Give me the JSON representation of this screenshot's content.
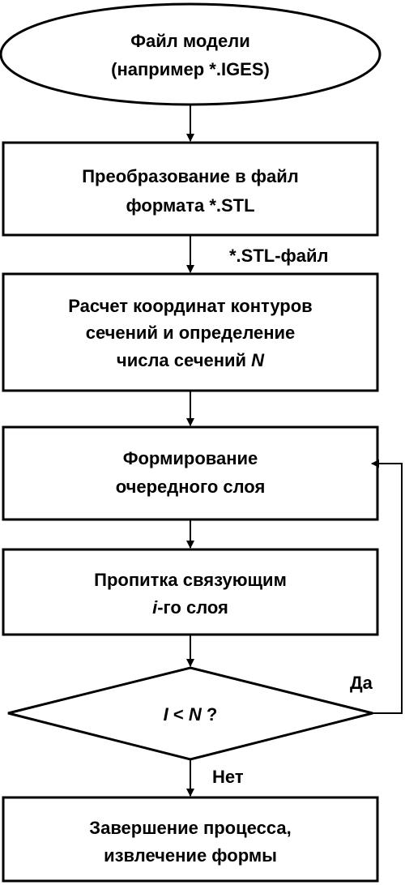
{
  "start": {
    "line1": "Файл модели",
    "line2": "(например *.IGES)"
  },
  "convert": {
    "line1": "Преобразование в файл",
    "line2": "формата *.STL"
  },
  "stl_label": "*.STL-файл",
  "calc": {
    "line1": "Расчет координат контуров",
    "line2": "сечений и определение",
    "line3": "числа сечений ",
    "line3_var": "N"
  },
  "form": {
    "line1": "Формирование",
    "line2": "очередного слоя"
  },
  "impregnate": {
    "line1_pre": "",
    "line1": "Пропитка связующим",
    "line2_var": "i",
    "line2": "-го слоя"
  },
  "decision": {
    "var_left": "I",
    "op": " < ",
    "var_right": "N",
    "suffix": " ?"
  },
  "yes_label": "Да",
  "no_label": "Нет",
  "finish": {
    "line1": "Завершение процесса,",
    "line2": "извлечение формы"
  }
}
